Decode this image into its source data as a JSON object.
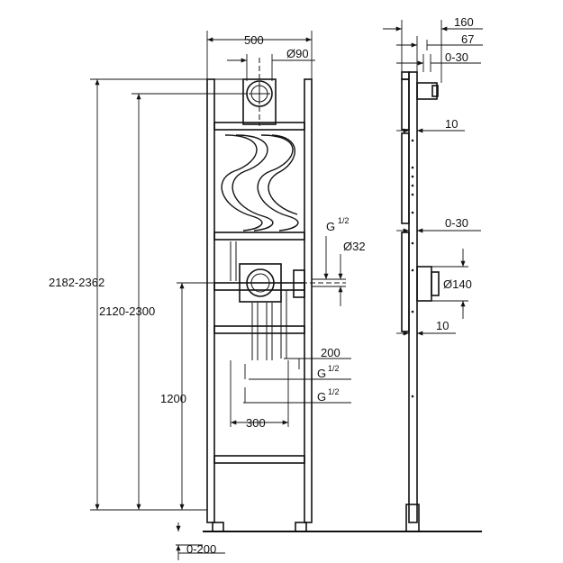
{
  "labels": {
    "w500": "500",
    "d90": "Ø90",
    "h2182": "2182-2362",
    "h2120": "2120-2300",
    "h1200": "1200",
    "g12a": "G",
    "g12a_frac": "1/2",
    "d32": "Ø32",
    "s200": "200",
    "g12b": "G",
    "g12b_frac": "1/2",
    "g12c": "G",
    "g12c_frac": "1/2",
    "w300": "300",
    "f0200": "0-200",
    "s160": "160",
    "s67": "67",
    "s030a": "0-30",
    "s10a": "10",
    "s030b": "0-30",
    "d140": "Ø140",
    "s10b": "10"
  }
}
